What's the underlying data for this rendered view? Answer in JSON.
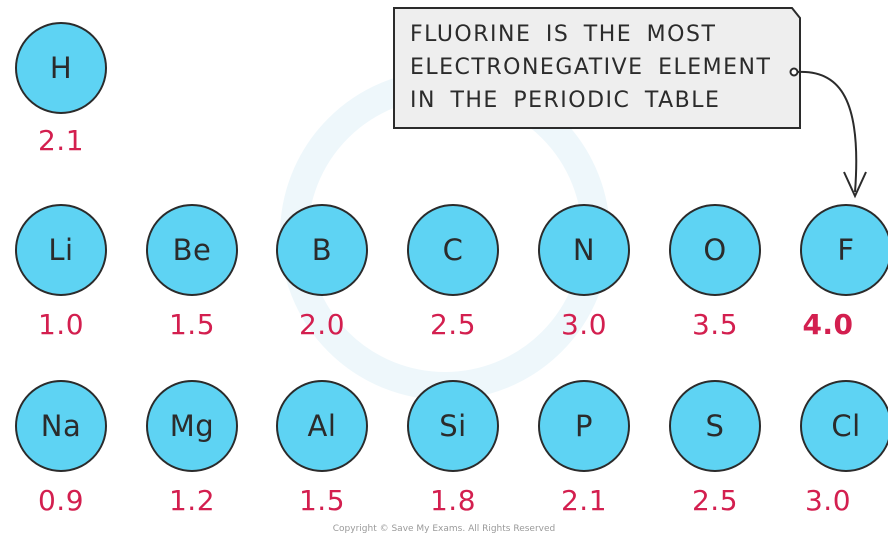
{
  "callout": {
    "lines": [
      "FLUORINE IS THE MOST",
      "ELECTRONEGATIVE ELEMENT",
      "IN THE PERIODIC TABLE"
    ]
  },
  "elements": {
    "h": {
      "symbol": "H",
      "value": "2.1"
    },
    "li": {
      "symbol": "Li",
      "value": "1.0"
    },
    "be": {
      "symbol": "Be",
      "value": "1.5"
    },
    "b": {
      "symbol": "B",
      "value": "2.0"
    },
    "c": {
      "symbol": "C",
      "value": "2.5"
    },
    "n": {
      "symbol": "N",
      "value": "3.0"
    },
    "o": {
      "symbol": "O",
      "value": "3.5"
    },
    "f": {
      "symbol": "F",
      "value": "4.0"
    },
    "na": {
      "symbol": "Na",
      "value": "0.9"
    },
    "mg": {
      "symbol": "Mg",
      "value": "1.2"
    },
    "al": {
      "symbol": "Al",
      "value": "1.5"
    },
    "si": {
      "symbol": "Si",
      "value": "1.8"
    },
    "p": {
      "symbol": "P",
      "value": "2.1"
    },
    "s": {
      "symbol": "S",
      "value": "2.5"
    },
    "cl": {
      "symbol": "Cl",
      "value": "3.0"
    }
  },
  "copyright": "Copyright © Save My Exams. All Rights Reserved",
  "colors": {
    "circle_fill": "#5ed3f3",
    "value_text": "#d31f4f",
    "outline": "#2b2b2b",
    "callout_fill": "#eeeeee"
  }
}
